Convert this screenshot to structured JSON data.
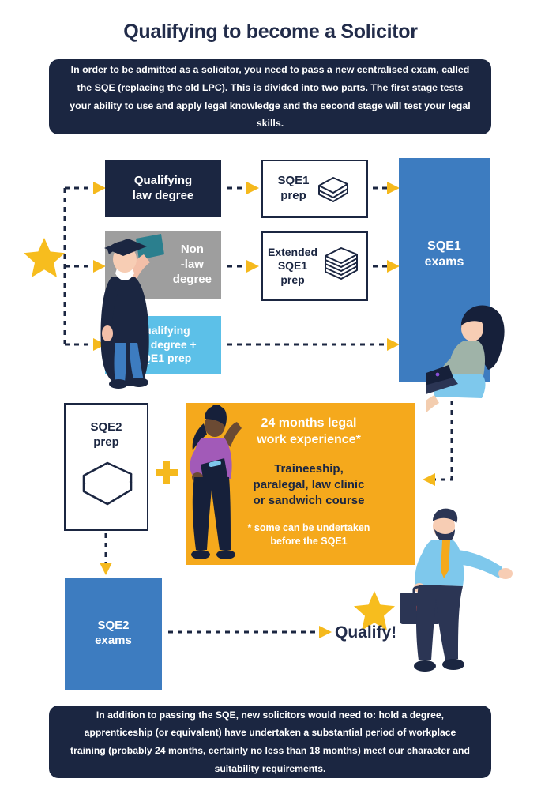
{
  "page": {
    "title": "Qualifying to become a Solicitor",
    "intro_banner": "In order to be admitted as a solicitor, you need to pass a new centralised exam, called the SQE (replacing the old LPC). This is divided into two parts. The first stage tests your ability to use and apply legal knowledge and the second stage will test your legal skills.",
    "footer_banner": "In addition to passing the SQE, new solicitors would need to: hold a degree, apprenticeship (or equivalent) have undertaken a substantial period of workplace training (probably 24 months, certainly no less than 18 months) meet our character and suitability requirements."
  },
  "flow": {
    "qualifying_law_degree": "Qualifying\nlaw degree",
    "non_law_degree": "Non\n-law\ndegree",
    "qualifying_plus_prep": "Qualifying\nlaw degree +\nSQE1 prep",
    "sqe1_prep": "SQE1\nprep",
    "extended_sqe1_prep": "Extended\nSQE1\nprep",
    "sqe1_exams": "SQE1\nexams",
    "sqe2_prep": "SQE2\nprep",
    "sqe2_exams": "SQE2\nexams",
    "qualify": "Qualify!"
  },
  "work_experience": {
    "headline": "24 months legal\nwork experience*",
    "options": "Traineeship,\nparalegal, law clinic\nor sandwich course",
    "footnote": "* some can be undertaken\nbefore the SQE1"
  },
  "colors": {
    "navy": "#1b2641",
    "title_navy": "#222c4a",
    "blue": "#3d7cc0",
    "light_blue": "#5cc0e8",
    "grey": "#9e9e9e",
    "yellow": "#f5a91c",
    "star_yellow": "#f7bd1e",
    "white": "#ffffff",
    "background": "#ffffff"
  },
  "icons": {
    "star_left": "star-icon",
    "star_qualify": "star-icon",
    "plus": "plus-icon",
    "books_small": "book-stack-icon",
    "books_large": "book-stack-icon",
    "books_sqe2": "book-stack-icon",
    "graduate": "graduate-person-illustration",
    "student_laptop": "student-with-laptop-illustration",
    "woman_clipboard": "woman-with-clipboard-illustration",
    "man_briefcase": "man-with-briefcase-illustration"
  }
}
